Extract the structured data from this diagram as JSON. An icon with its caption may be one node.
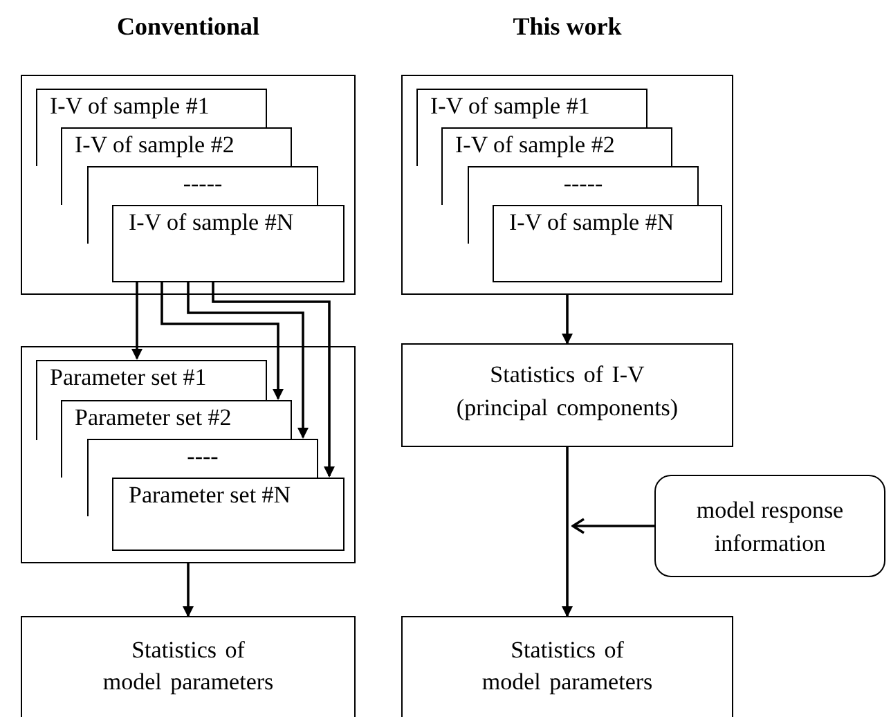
{
  "diagram": {
    "nodes": [
      {
        "text": [],
        "shape": "box"
      },
      {
        "text": [
          "I-V of sample #1"
        ],
        "in": 0
      },
      {
        "text": [
          "I-V of sample #2"
        ],
        "in": 0
      },
      {
        "text": [
          "-----"
        ],
        "in": 0
      },
      {
        "text": [
          "I-V of sample #N"
        ],
        "in": 0
      },
      {
        "text": [],
        "shape": "box"
      },
      {
        "text": [
          "Parameter set #1"
        ],
        "in": 5
      },
      {
        "text": [
          "Parameter set #2"
        ],
        "in": 5
      },
      {
        "text": [
          "----"
        ],
        "in": 5
      },
      {
        "text": [
          "Parameter set #N"
        ],
        "in": 5
      },
      {
        "text": [
          "Statistics of model parameters"
        ]
      },
      {
        "text": [],
        "shape": "box"
      },
      {
        "text": [
          "I-V of sample #1"
        ],
        "in": 11
      },
      {
        "text": [
          "I-V of sample #2"
        ],
        "in": 11
      },
      {
        "text": [
          "-----"
        ],
        "in": 11
      },
      {
        "text": [
          "I-V of sample #N"
        ],
        "in": 11
      },
      {
        "text": [
          "Statistics of I-V (principal components)"
        ]
      },
      {
        "text": [
          "model response information"
        ]
      },
      {
        "text": [
          "Statistics of model parameters"
        ]
      }
    ],
    "edges": [
      {
        "from": 4,
        "to": 6,
        "arrow": "to"
      },
      {
        "from": 4,
        "to": 7,
        "arrow": "to"
      },
      {
        "from": 4,
        "to": 8,
        "arrow": "to"
      },
      {
        "from": 4,
        "to": 9,
        "arrow": "to"
      },
      {
        "from": 5,
        "to": 10,
        "arrow": "to"
      },
      {
        "from": 11,
        "to": 16,
        "arrow": "to"
      },
      {
        "from": 16,
        "to": 18,
        "arrow": "to"
      },
      {
        "from": 17,
        "to": null,
        "arrow": "to"
      }
    ],
    "labels": [
      "Conventional",
      "This work"
    ]
  }
}
